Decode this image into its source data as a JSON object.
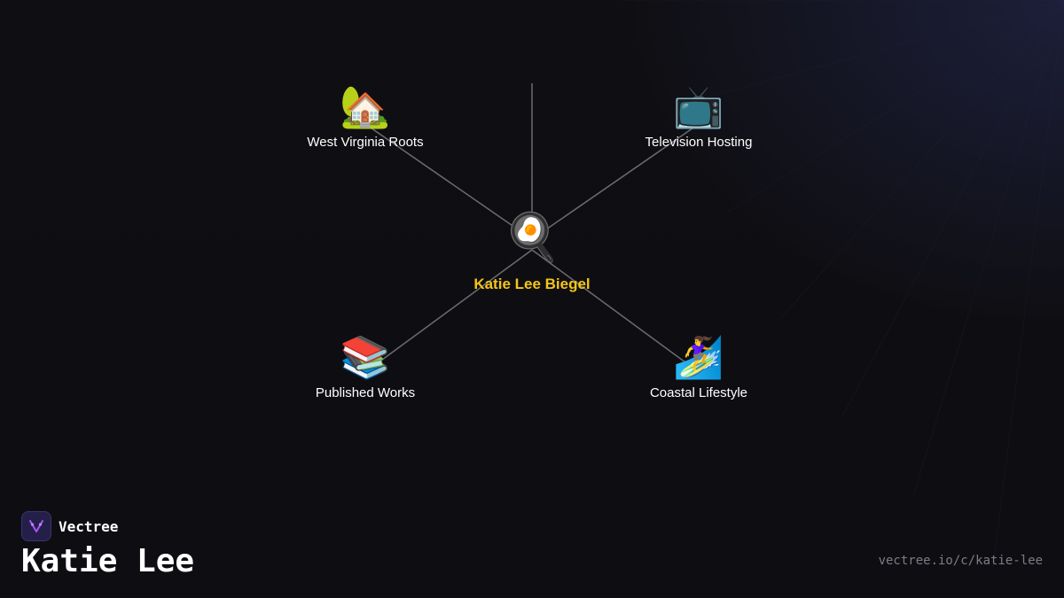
{
  "diagram": {
    "center": {
      "label": "Katie Lee Biegel",
      "icon": "frying-pan-egg-icon",
      "glyph": "🍳"
    },
    "branches": [
      {
        "label": "West Virginia Roots",
        "icon": "house-icon",
        "glyph": "🏡"
      },
      {
        "label": "Television Hosting",
        "icon": "television-icon",
        "glyph": "📺"
      },
      {
        "label": "Published Works",
        "icon": "books-icon",
        "glyph": "📚"
      },
      {
        "label": "Coastal Lifestyle",
        "icon": "surfer-icon",
        "glyph": "🏄‍♀️"
      }
    ],
    "colors": {
      "edge": "#6b6b72",
      "center_label": "#f5c518",
      "branch_label": "#ffffff"
    }
  },
  "footer": {
    "brand": "Vectree",
    "title": "Katie Lee",
    "url": "vectree.io/c/katie-lee"
  }
}
